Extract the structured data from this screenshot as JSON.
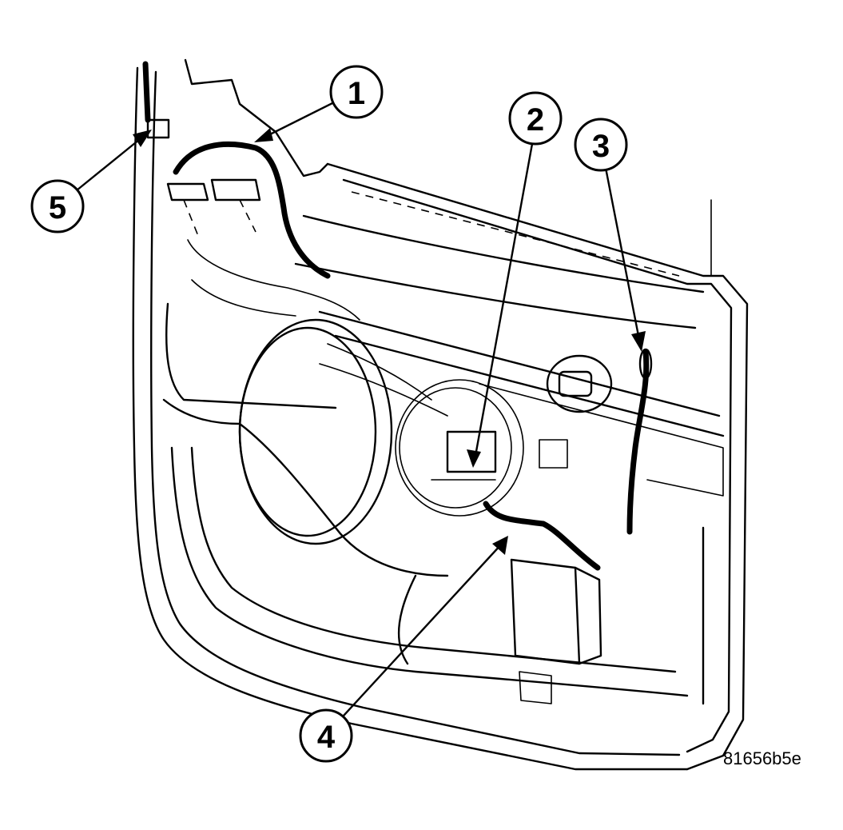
{
  "callouts": [
    {
      "id": "1",
      "label": "1"
    },
    {
      "id": "2",
      "label": "2"
    },
    {
      "id": "3",
      "label": "3"
    },
    {
      "id": "4",
      "label": "4"
    },
    {
      "id": "5",
      "label": "5"
    }
  ],
  "figure_id": "81656b5e"
}
